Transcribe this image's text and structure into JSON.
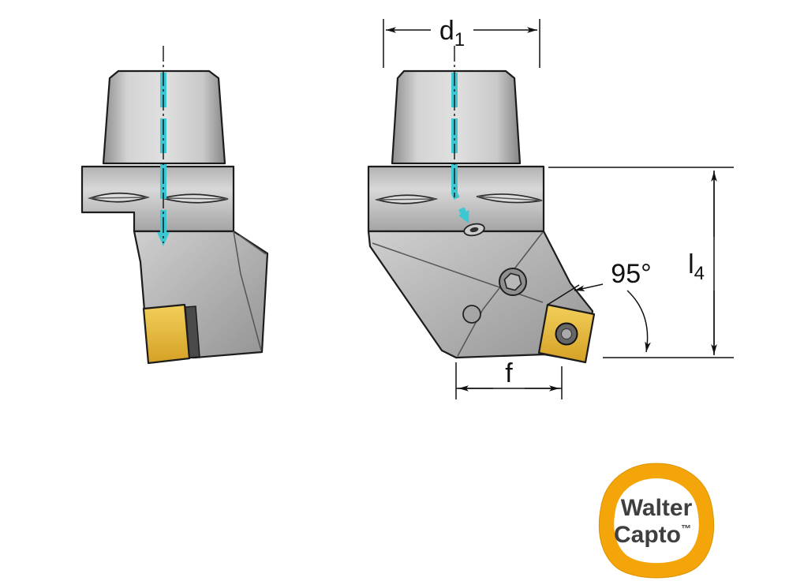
{
  "colors": {
    "background": "#ffffff",
    "outline": "#1c1c1c",
    "dimension": "#111111",
    "coolant_cyan": "#3cc8d2",
    "insert_gold_light": "#f2cf5b",
    "insert_gold_dark": "#d5a125",
    "body_light": "#d9d9d9",
    "body_dark": "#8e8e8e",
    "logo_orange": "#f3a509",
    "logo_text": "#3f3f3f"
  },
  "dimensions": {
    "d1": {
      "base": "d",
      "sub": "1"
    },
    "l4": {
      "base": "l",
      "sub": "4"
    },
    "angle": "95°",
    "f": "f"
  },
  "logo": {
    "line1": "Walter",
    "line2": "Capto",
    "tm": "™"
  }
}
